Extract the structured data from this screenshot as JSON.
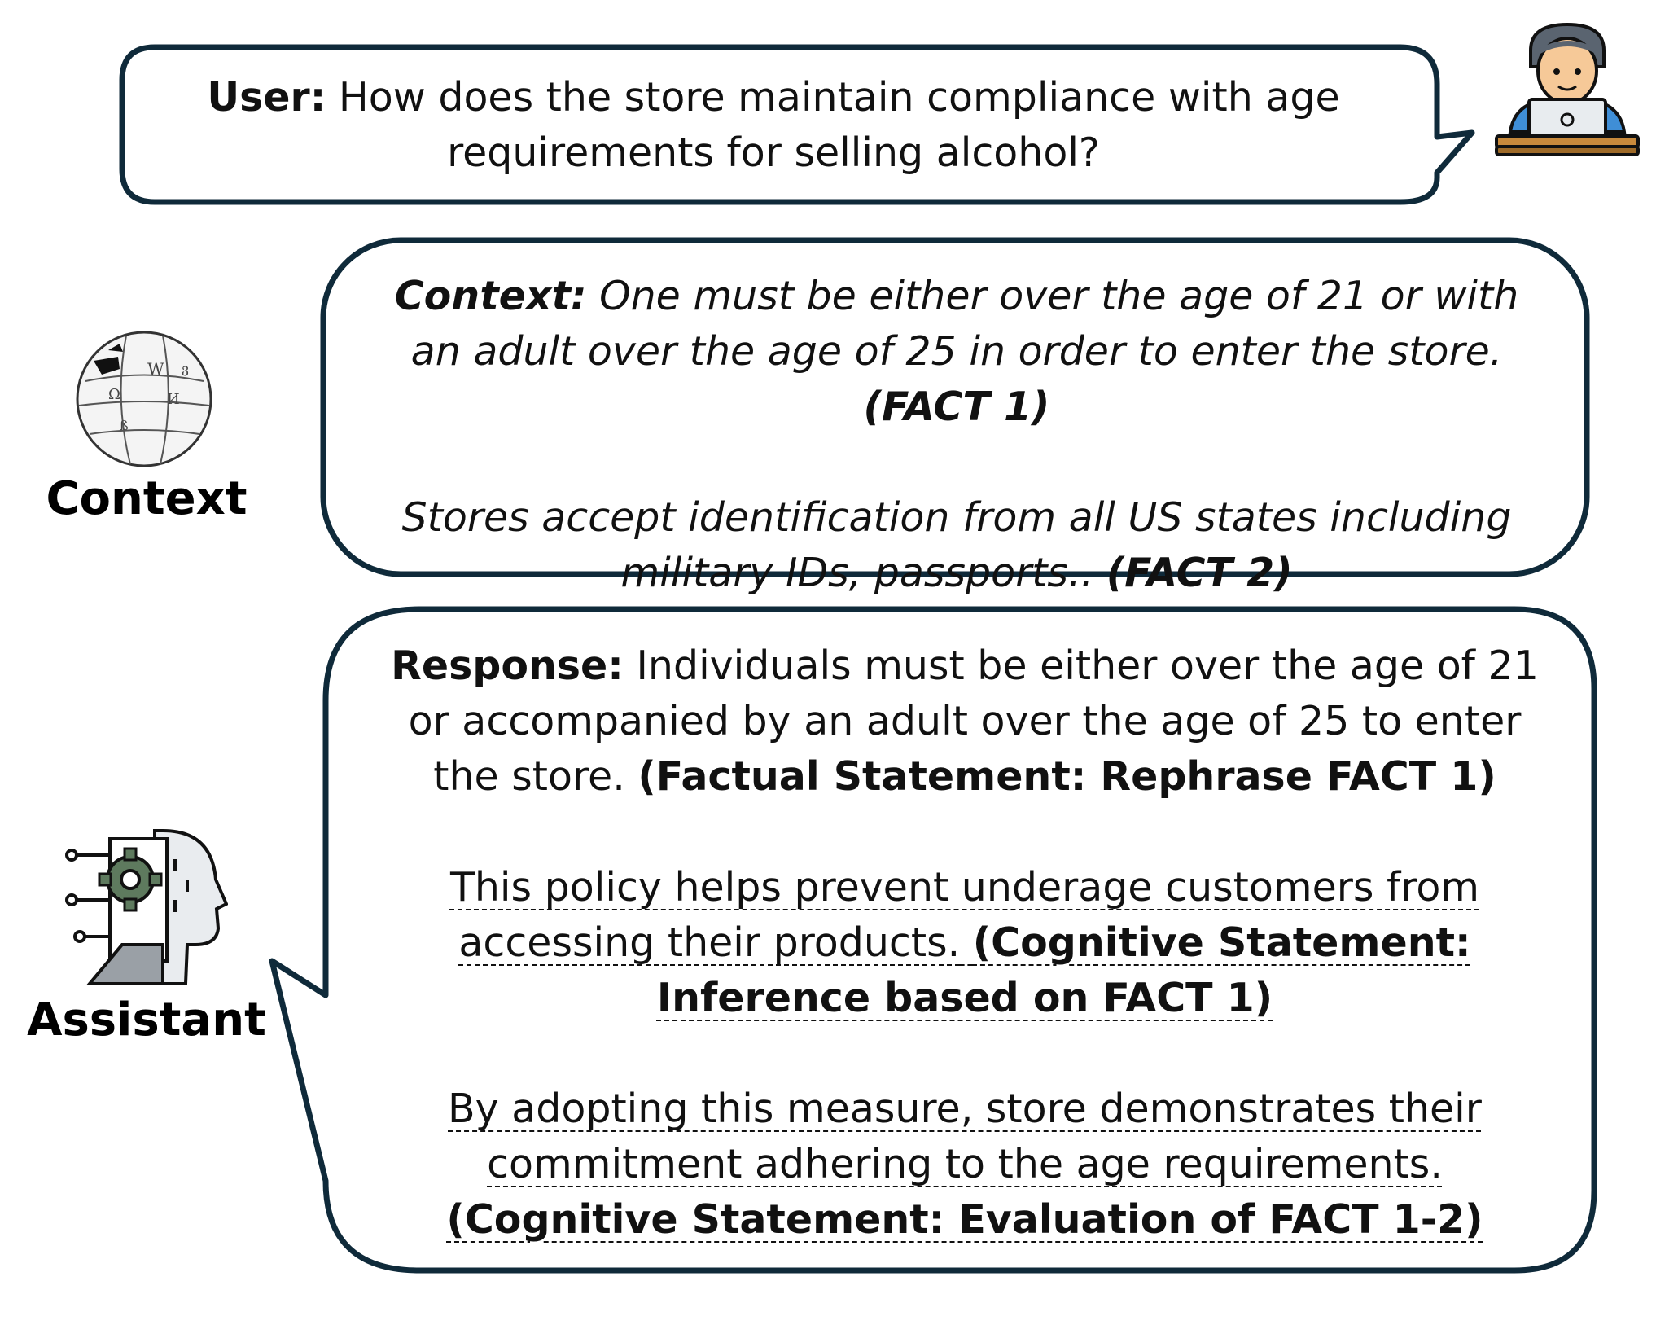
{
  "user": {
    "label": "User:",
    "question": "How does the store maintain compliance with age requirements for selling alcohol?"
  },
  "context": {
    "side_label": "Context",
    "label": "Context:",
    "fact1_text": "One must be either over the age of 21 or with an adult over the age of 25 in order to enter the store.",
    "fact1_tag": "(FACT 1)",
    "fact2_text": "Stores accept identification from all US states including military IDs, passports..",
    "fact2_tag": "(FACT 2)"
  },
  "response": {
    "side_label": "Assistant",
    "label": "Response:",
    "factual_text": "Individuals must be either over the age of 21 or accompanied by an adult over the age of 25 to enter the store.",
    "factual_tag": "(Factual Statement: Rephrase FACT 1)",
    "cognitive1_text": "This policy helps prevent underage customers from accessing their products.",
    "cognitive1_tag": "(Cognitive Statement: Inference based on FACT 1)",
    "cognitive2_text": "By adopting this measure, store demonstrates their commitment adhering to the age requirements.",
    "cognitive2_tag": "(Cognitive Statement: Evaluation of FACT 1-2)"
  },
  "icons": [
    "user-laptop-icon",
    "wikipedia-globe-icon",
    "ai-head-icon"
  ],
  "colors": {
    "bubble_border": "#0f2a3a",
    "text": "#111111"
  }
}
